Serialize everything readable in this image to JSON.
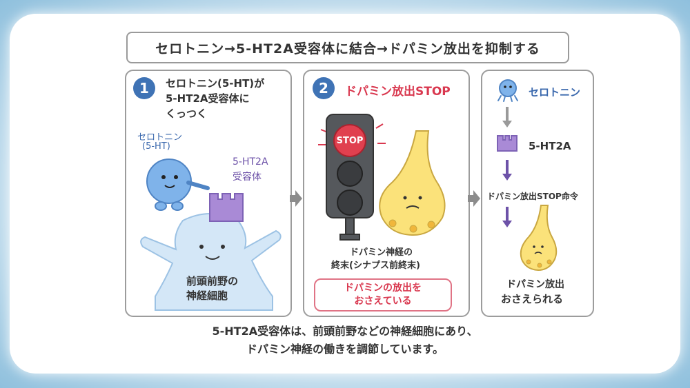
{
  "title": "セロトニン→5-HT2A受容体に結合→ドパミン放出を抑制する",
  "panel1": {
    "number": "1",
    "heading_line1": "セロトニン(5-HT)が",
    "heading_line2": "5-HT2A受容体に",
    "heading_line3": "くっつく",
    "serotonin_label_line1": "セロトニン",
    "serotonin_label_line2": "(5-HT)",
    "receptor_label_line1": "5-HT2A",
    "receptor_label_line2": "受容体",
    "neuron_label_line1": "前頭前野の",
    "neuron_label_line2": "神経細胞"
  },
  "panel2": {
    "number": "2",
    "heading": "ドパミン放出STOP",
    "light_label": "STOP",
    "terminal_label_line1": "ドパミン神経の",
    "terminal_label_line2": "終末(シナプス前終末)",
    "box_line1": "ドパミンの放出を",
    "box_line2": "おさえている"
  },
  "panel3": {
    "step1": "セロトニン",
    "step2": "5-HT2A",
    "step3": "ドパミン放出STOP命令",
    "step4_line1": "ドパミン放出",
    "step4_line2": "おさえられる"
  },
  "footer": {
    "line1": "5-HT2A受容体は、前頭前野などの神経細胞にあり、",
    "line2": "ドパミン神経の働きを調節しています。"
  },
  "colors": {
    "serotonin": "#7fb3ea",
    "receptor": "#a98ad6",
    "neuron": "#d4e7f7",
    "terminal": "#fbe27a",
    "stop": "#e0404f",
    "accent_blue": "#3f73b5",
    "accent_purple": "#6d52a8"
  }
}
